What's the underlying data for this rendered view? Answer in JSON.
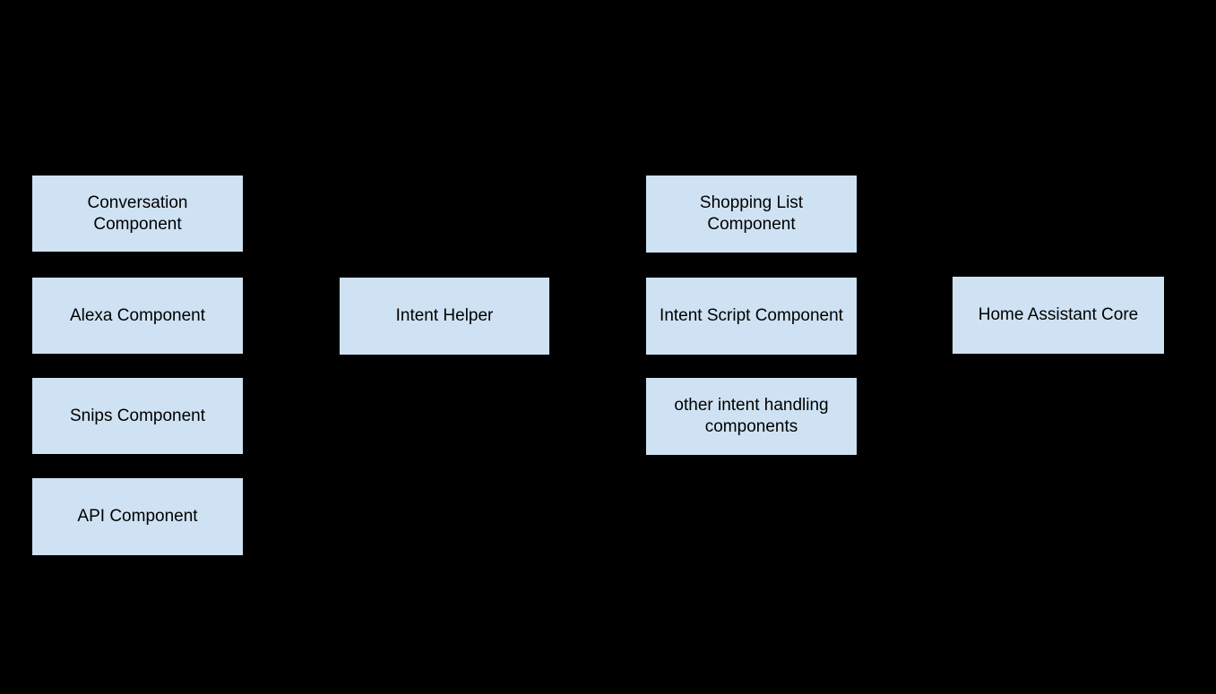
{
  "colors": {
    "background": "#000000",
    "node_fill": "#cfe2f3",
    "node_border": "#000000",
    "node_text": "#000000"
  },
  "nodes": {
    "conversation": {
      "label": "Conversation Component"
    },
    "alexa": {
      "label": "Alexa Component"
    },
    "snips": {
      "label": "Snips Component"
    },
    "api": {
      "label": "API Component"
    },
    "intent_helper": {
      "label": "Intent Helper"
    },
    "shopping_list": {
      "label": "Shopping List Component"
    },
    "intent_script": {
      "label": "Intent Script Component"
    },
    "other_intent": {
      "label": "other intent handling components"
    },
    "ha_core": {
      "label": "Home Assistant Core"
    }
  }
}
